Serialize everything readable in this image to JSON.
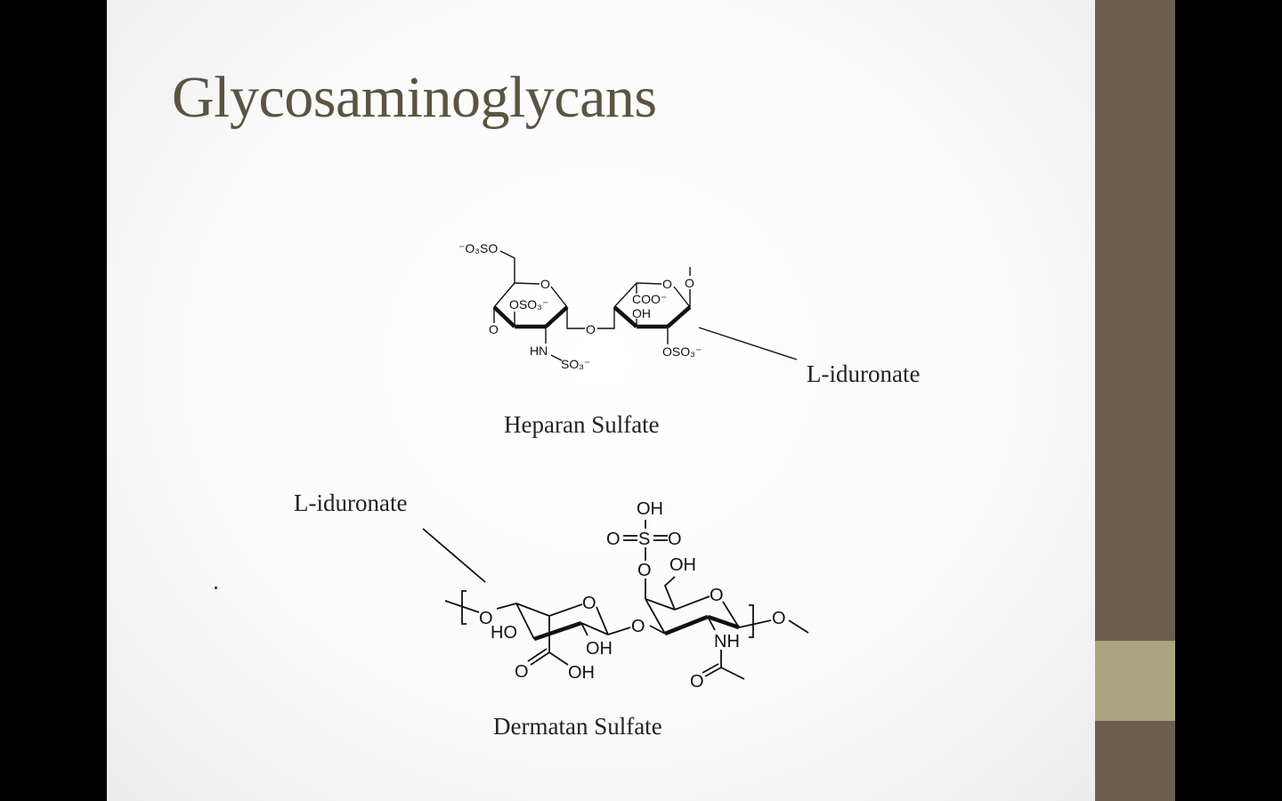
{
  "slide": {
    "title": "Glycosaminoglycans",
    "heparan": {
      "caption": "Heparan Sulfate",
      "pointer_label": "L-iduronate",
      "atoms": [
        "⁻O₃SO",
        "O",
        "OSO₃⁻",
        "O",
        "HN",
        "SO₃⁻",
        "O",
        "O",
        "COO⁻",
        "OH",
        "O",
        "OSO₃⁻"
      ]
    },
    "dermatan": {
      "caption": "Dermatan Sulfate",
      "pointer_label": "L-iduronate",
      "atoms": [
        "O",
        "HO",
        "O",
        "OH",
        "O",
        "OH",
        "O",
        "O",
        "S",
        "O",
        "O",
        "OH",
        "OH",
        "O",
        "NH",
        "O",
        "O"
      ]
    }
  },
  "colors": {
    "title": "#5a5443",
    "side_bar": "#6b604e",
    "side_accent": "#aca582"
  }
}
